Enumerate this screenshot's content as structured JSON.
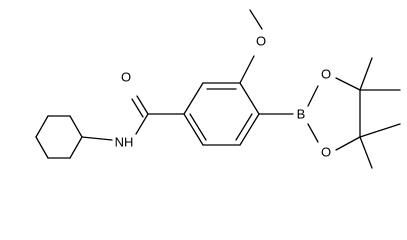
{
  "molecule": {
    "atom_labels": {
      "methoxy_oxygen": "O",
      "carbonyl_oxygen": "O",
      "amide_nitrogen": "NH",
      "boron": "B",
      "ring_oxygen_top": "O",
      "ring_oxygen_bottom": "O"
    }
  }
}
